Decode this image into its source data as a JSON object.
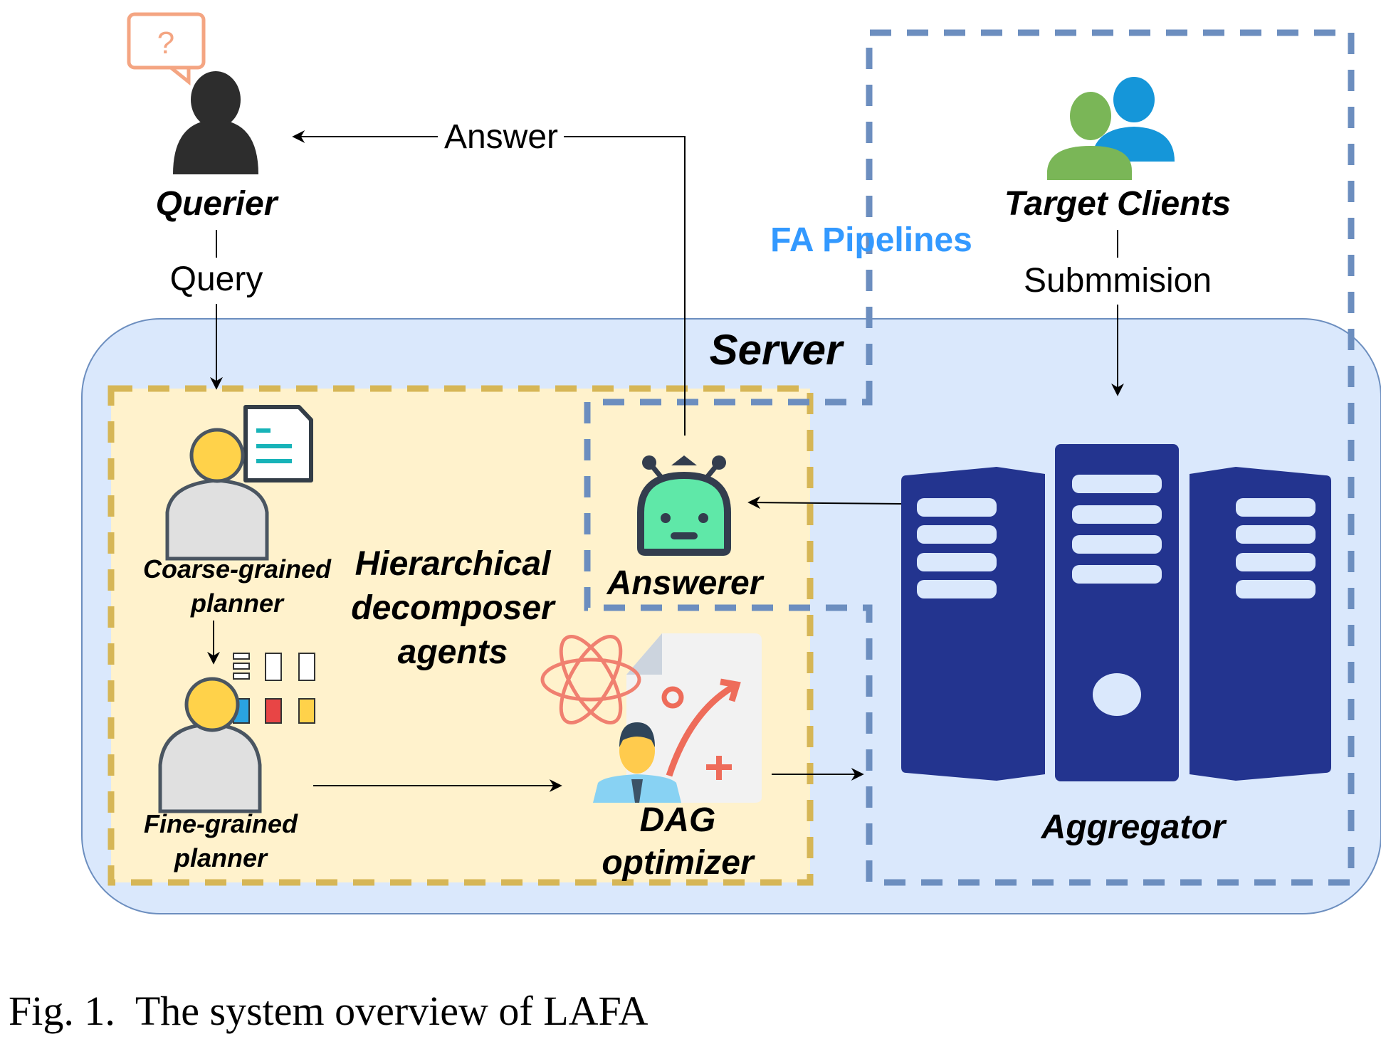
{
  "nodes": {
    "querier": "Querier",
    "target_clients": "Target Clients",
    "server": "Server",
    "fa_pipelines": "FA Pipelines",
    "coarse_planner_line1": "Coarse-grained",
    "coarse_planner_line2": "planner",
    "fine_planner_line1": "Fine-grained",
    "fine_planner_line2": "planner",
    "hier_line1": "Hierarchical",
    "hier_line2": "decomposer",
    "hier_line3": "agents",
    "answerer": "Answerer",
    "dag_line1": "DAG",
    "dag_line2": "optimizer",
    "aggregator": "Aggregator"
  },
  "edges": {
    "answer": "Answer",
    "query": "Query",
    "submission": "Submmision"
  },
  "caption": "Fig. 1.  The system overview of LAFA",
  "colors": {
    "server_fill": "#dae8fc",
    "server_stroke": "#6c8ebf",
    "decomposer_fill": "#fff2cc",
    "decomposer_stroke": "#d6b656",
    "pipeline_stroke": "#6c8ebf",
    "fa_text": "#3399ff",
    "server_icon": "#23348f"
  }
}
